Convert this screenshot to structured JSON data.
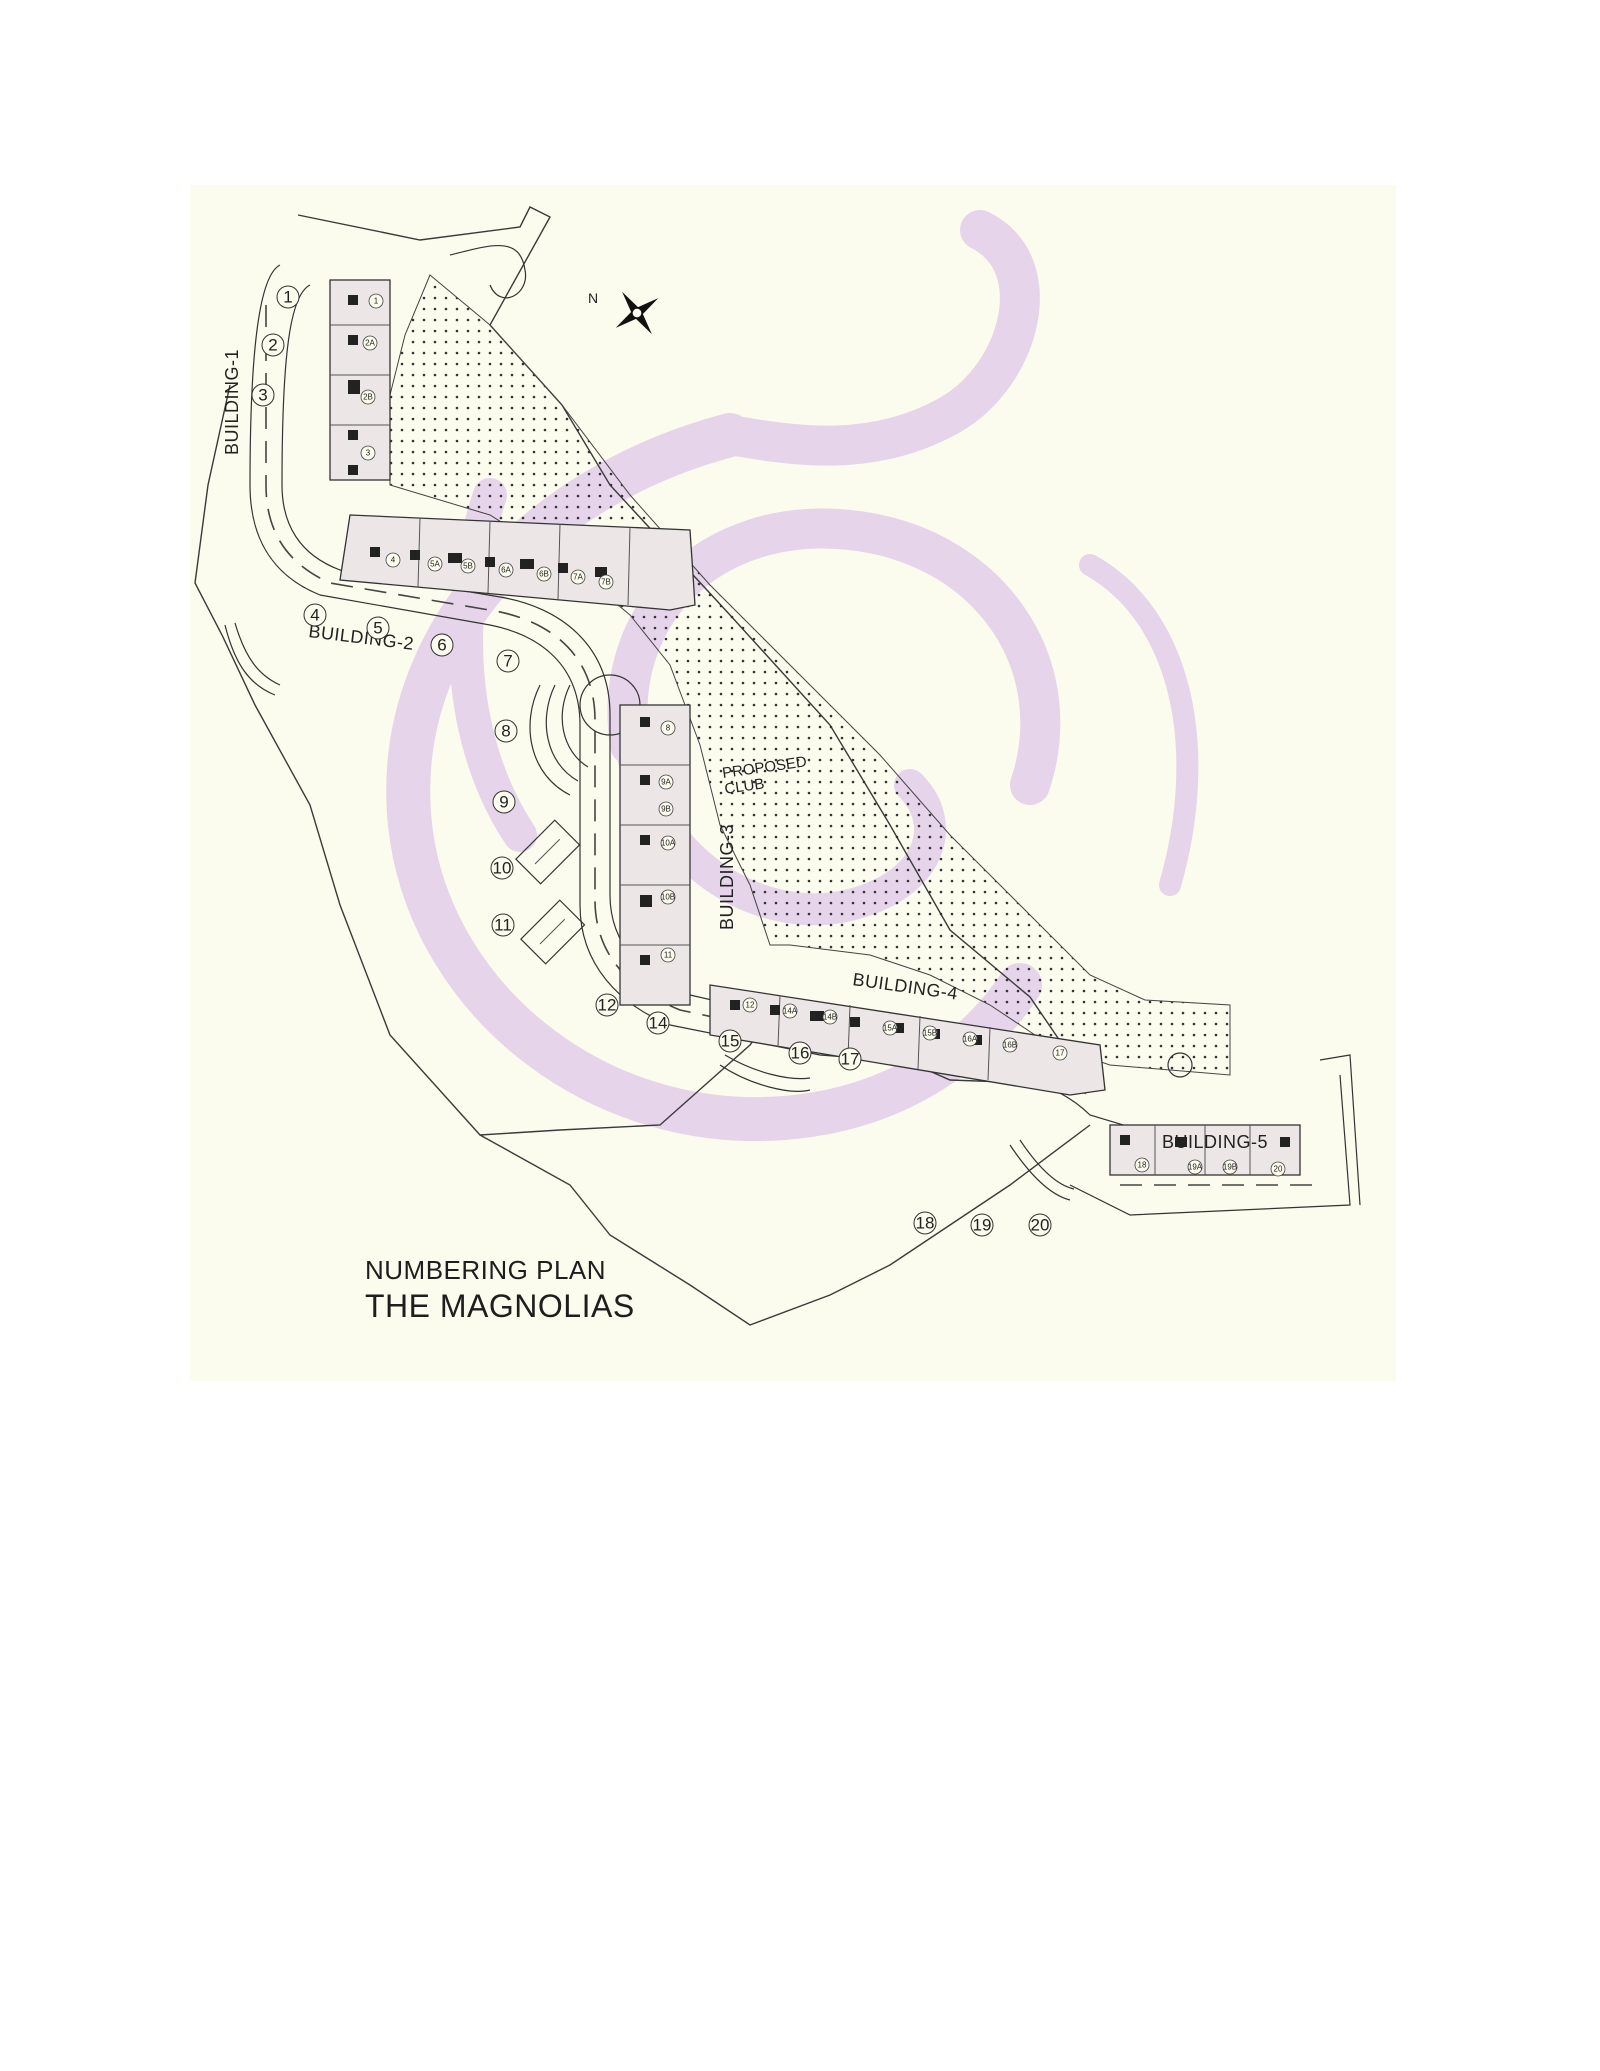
{
  "title": {
    "line1": "NUMBERING PLAN",
    "line2": "THE MAGNOLIAS"
  },
  "north_label": "N",
  "buildings": [
    "BUILDING-1",
    "BUILDING-2",
    "BUILDING-3",
    "BUILDING-4",
    "BUILDING-5"
  ],
  "amenity_label": [
    "PROPOSED",
    "CLUB"
  ],
  "unit_numbers": [
    "1",
    "2",
    "3",
    "4",
    "5",
    "6",
    "7",
    "8",
    "9",
    "10",
    "11",
    "12",
    "14",
    "15",
    "16",
    "17",
    "18",
    "19",
    "20"
  ],
  "sub_unit_labels": [
    "1",
    "2A",
    "2B",
    "3",
    "4",
    "5A",
    "5B",
    "6A",
    "6B",
    "7A",
    "7B",
    "8",
    "9A",
    "9B",
    "10A",
    "10B",
    "11",
    "12",
    "14A",
    "14B",
    "15A",
    "15B",
    "16A",
    "16B",
    "17",
    "18",
    "19A",
    "19B",
    "20"
  ],
  "colors": {
    "paper": "#fbfbee",
    "watermark": "#e6d4ea",
    "building_fill": "#ece6e6",
    "line": "#333333"
  }
}
